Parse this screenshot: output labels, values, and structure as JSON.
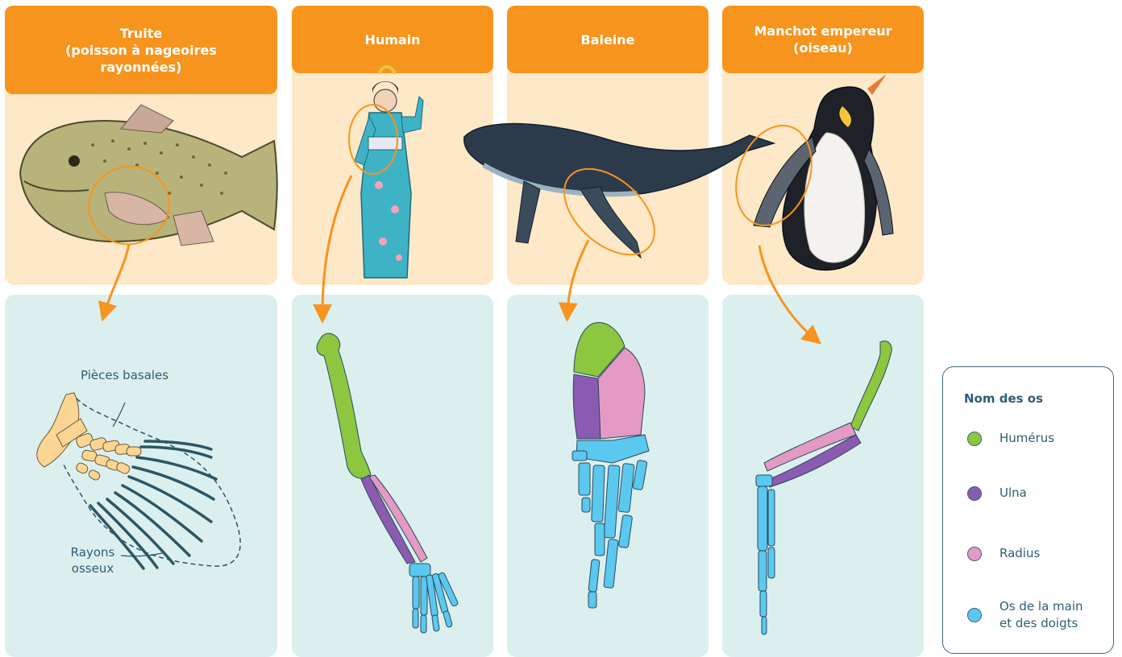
{
  "columns": [
    {
      "title_lines": [
        "Truite",
        "(poisson à nageoires",
        "rayonnées)"
      ]
    },
    {
      "title_lines": [
        "Humain"
      ]
    },
    {
      "title_lines": [
        "Baleine"
      ]
    },
    {
      "title_lines": [
        "Manchot empereur",
        "(oiseau)"
      ]
    }
  ],
  "fish_labels": {
    "basal": "Pièces basales",
    "rays_line1": "Rayons",
    "rays_line2": "osseux"
  },
  "legend": {
    "title": "Nom des os",
    "items": [
      {
        "label_lines": [
          "Humérus"
        ],
        "color": "#8dc63f"
      },
      {
        "label_lines": [
          "Ulna"
        ],
        "color": "#8a5bb1"
      },
      {
        "label_lines": [
          "Radius"
        ],
        "color": "#e39ac4"
      },
      {
        "label_lines": [
          "Os de la main",
          "et des doigts"
        ],
        "color": "#5bc8f0"
      }
    ]
  },
  "colors": {
    "header": "#f7941d",
    "top_panel": "#fde8c8",
    "bottom_panel": "#dcefef",
    "arrow": "#f7941d",
    "fish_bone": "#fbd592",
    "fish_ray": "#2c5663"
  }
}
